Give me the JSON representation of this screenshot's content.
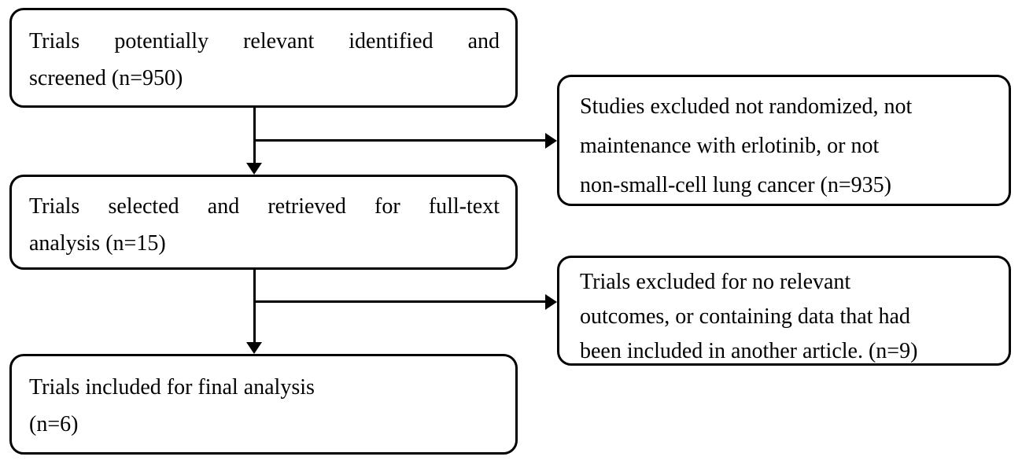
{
  "diagram": {
    "type": "flowchart",
    "colors": {
      "background": "#ffffff",
      "line": "#000000",
      "text": "#000000"
    },
    "icons": {
      "arrowhead_down": "filled triangle pointing down",
      "arrowhead_right": "filled triangle pointing right"
    },
    "boxes": [
      {
        "id": "screened",
        "lines": [
          "Trials potentially relevant identified and",
          "screened (n=950)"
        ],
        "n": 950
      },
      {
        "id": "excluded-screening",
        "lines": [
          "Studies excluded not randomized, not",
          "maintenance with erlotinib, or not",
          "non-small-cell lung cancer (n=935)"
        ],
        "n": 935
      },
      {
        "id": "fulltext",
        "lines": [
          "Trials selected and retrieved for full-text",
          "analysis (n=15)"
        ],
        "n": 15
      },
      {
        "id": "excluded-fulltext",
        "lines": [
          "Trials excluded for no relevant",
          "outcomes, or containing data that had",
          "been included in another article. (n=9)"
        ],
        "n": 9
      },
      {
        "id": "final",
        "lines": [
          "Trials included for final analysis",
          "(n=6)"
        ],
        "n": 6
      }
    ],
    "edges": [
      {
        "from": "screened",
        "to": "fulltext",
        "direction": "down"
      },
      {
        "from": "screened",
        "to": "excluded-screening",
        "direction": "right"
      },
      {
        "from": "fulltext",
        "to": "final",
        "direction": "down"
      },
      {
        "from": "fulltext",
        "to": "excluded-fulltext",
        "direction": "right"
      }
    ]
  }
}
